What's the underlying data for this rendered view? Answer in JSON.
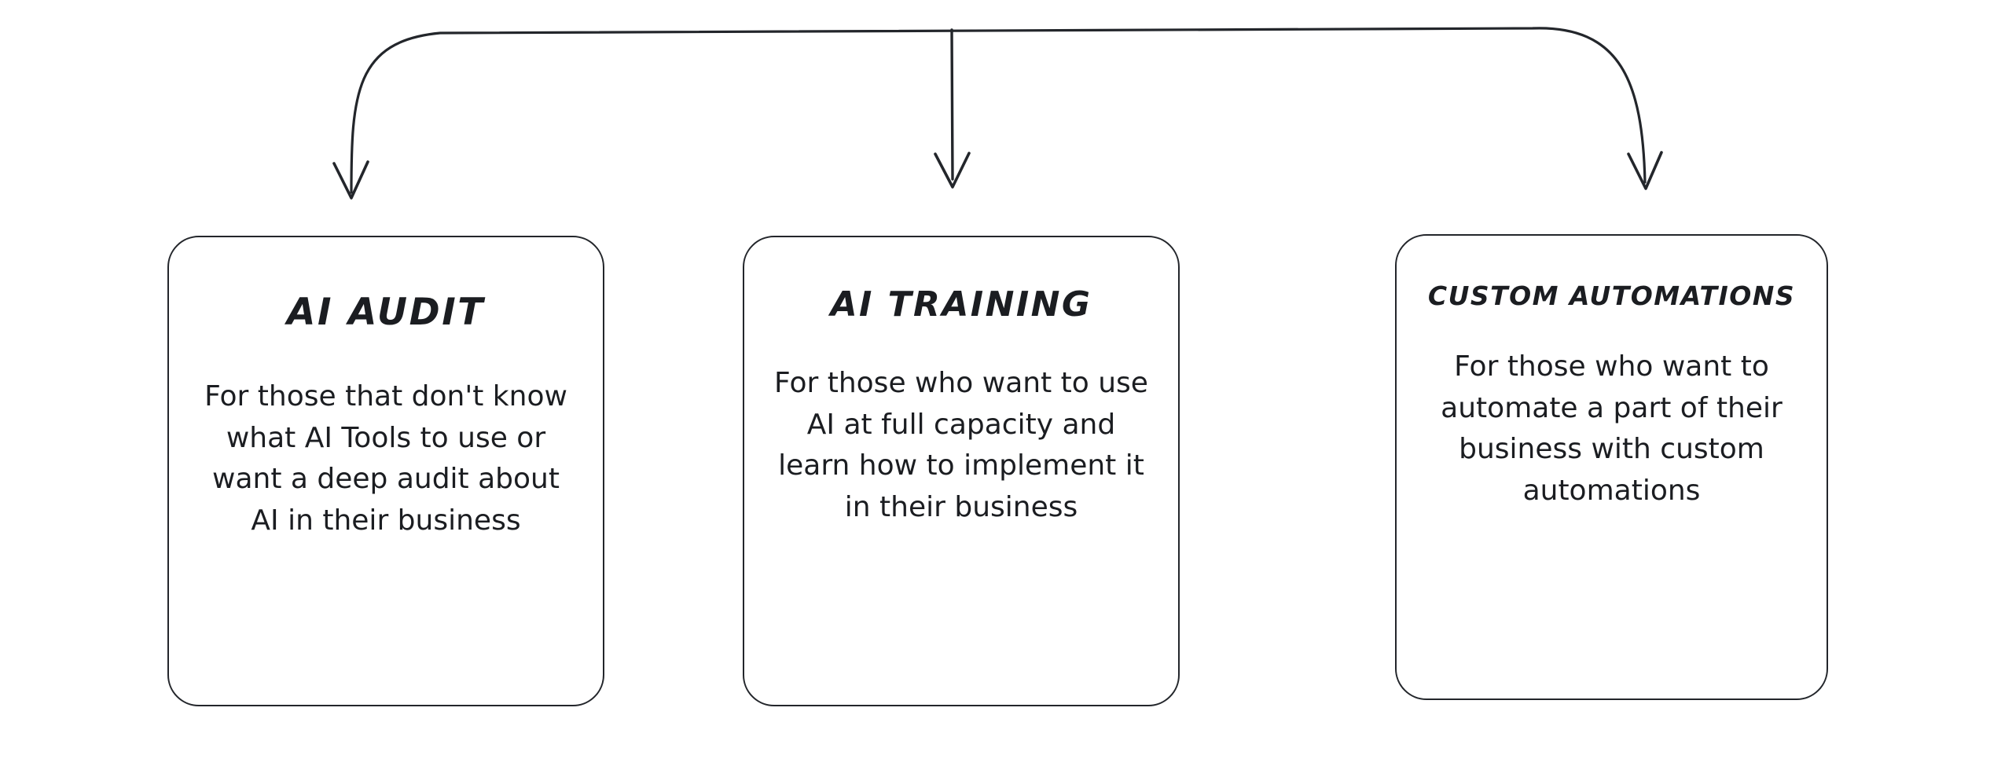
{
  "diagram": {
    "type": "flowchart-fan-out",
    "background_color": "#ffffff",
    "stroke_color": "#23262b",
    "text_color": "#1b1d21",
    "connector": {
      "name": "three-way-split-connector",
      "branch_count": 3,
      "arrowheads": [
        "down-arrow-left",
        "down-arrow-middle",
        "down-arrow-right"
      ]
    },
    "cards": [
      {
        "id": "ai-audit",
        "title": "AI AUDIT",
        "body": "For those that don't know what AI Tools to use or want a deep audit about AI in their business"
      },
      {
        "id": "ai-training",
        "title": "AI TRAINING",
        "body": "For those who want to use AI at full capacity and learn how to implement it in their business"
      },
      {
        "id": "custom-automations",
        "title": "CUSTOM AUTOMATIONS",
        "body": "For those who want to automate a part of their business with custom automations"
      }
    ]
  }
}
